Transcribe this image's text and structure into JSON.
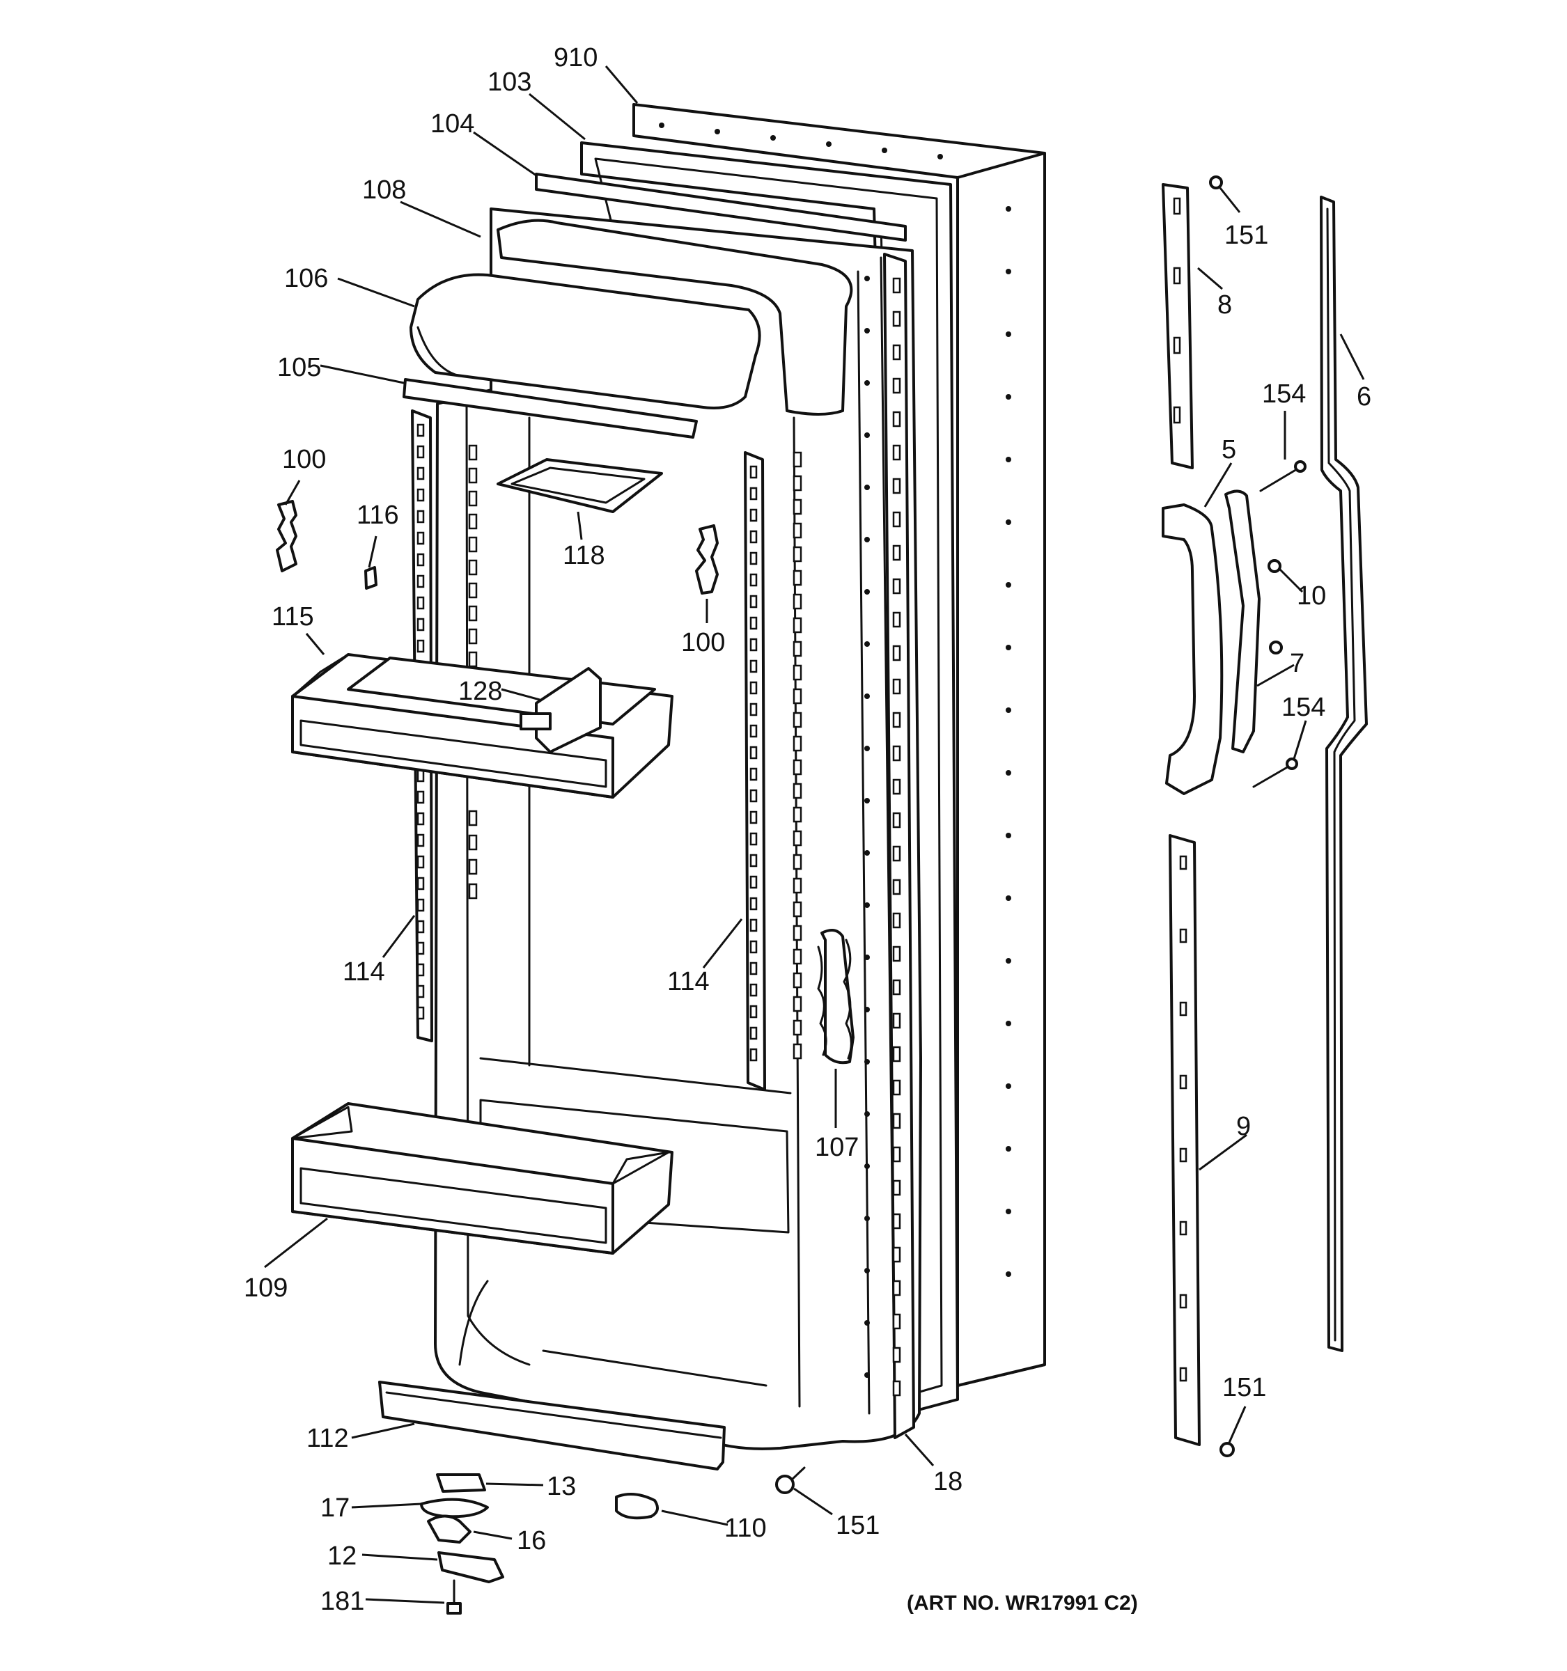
{
  "diagram": {
    "art_number": "(ART NO. WR17991 C2)",
    "callouts": [
      {
        "id": "910",
        "label": "910"
      },
      {
        "id": "103",
        "label": "103"
      },
      {
        "id": "104",
        "label": "104"
      },
      {
        "id": "108",
        "label": "108"
      },
      {
        "id": "106",
        "label": "106"
      },
      {
        "id": "105",
        "label": "105"
      },
      {
        "id": "100a",
        "label": "100"
      },
      {
        "id": "116",
        "label": "116"
      },
      {
        "id": "118",
        "label": "118"
      },
      {
        "id": "100b",
        "label": "100"
      },
      {
        "id": "115",
        "label": "115"
      },
      {
        "id": "128",
        "label": "128"
      },
      {
        "id": "114a",
        "label": "114"
      },
      {
        "id": "114b",
        "label": "114"
      },
      {
        "id": "107",
        "label": "107"
      },
      {
        "id": "109",
        "label": "109"
      },
      {
        "id": "112",
        "label": "112"
      },
      {
        "id": "13",
        "label": "13"
      },
      {
        "id": "17",
        "label": "17"
      },
      {
        "id": "16",
        "label": "16"
      },
      {
        "id": "12",
        "label": "12"
      },
      {
        "id": "181",
        "label": "181"
      },
      {
        "id": "110",
        "label": "110"
      },
      {
        "id": "151a",
        "label": "151"
      },
      {
        "id": "18",
        "label": "18"
      },
      {
        "id": "151b",
        "label": "151"
      },
      {
        "id": "8",
        "label": "8"
      },
      {
        "id": "6",
        "label": "6"
      },
      {
        "id": "154a",
        "label": "154"
      },
      {
        "id": "5",
        "label": "5"
      },
      {
        "id": "10",
        "label": "10"
      },
      {
        "id": "7",
        "label": "7"
      },
      {
        "id": "154b",
        "label": "154"
      },
      {
        "id": "9",
        "label": "9"
      },
      {
        "id": "151c",
        "label": "151"
      }
    ]
  }
}
